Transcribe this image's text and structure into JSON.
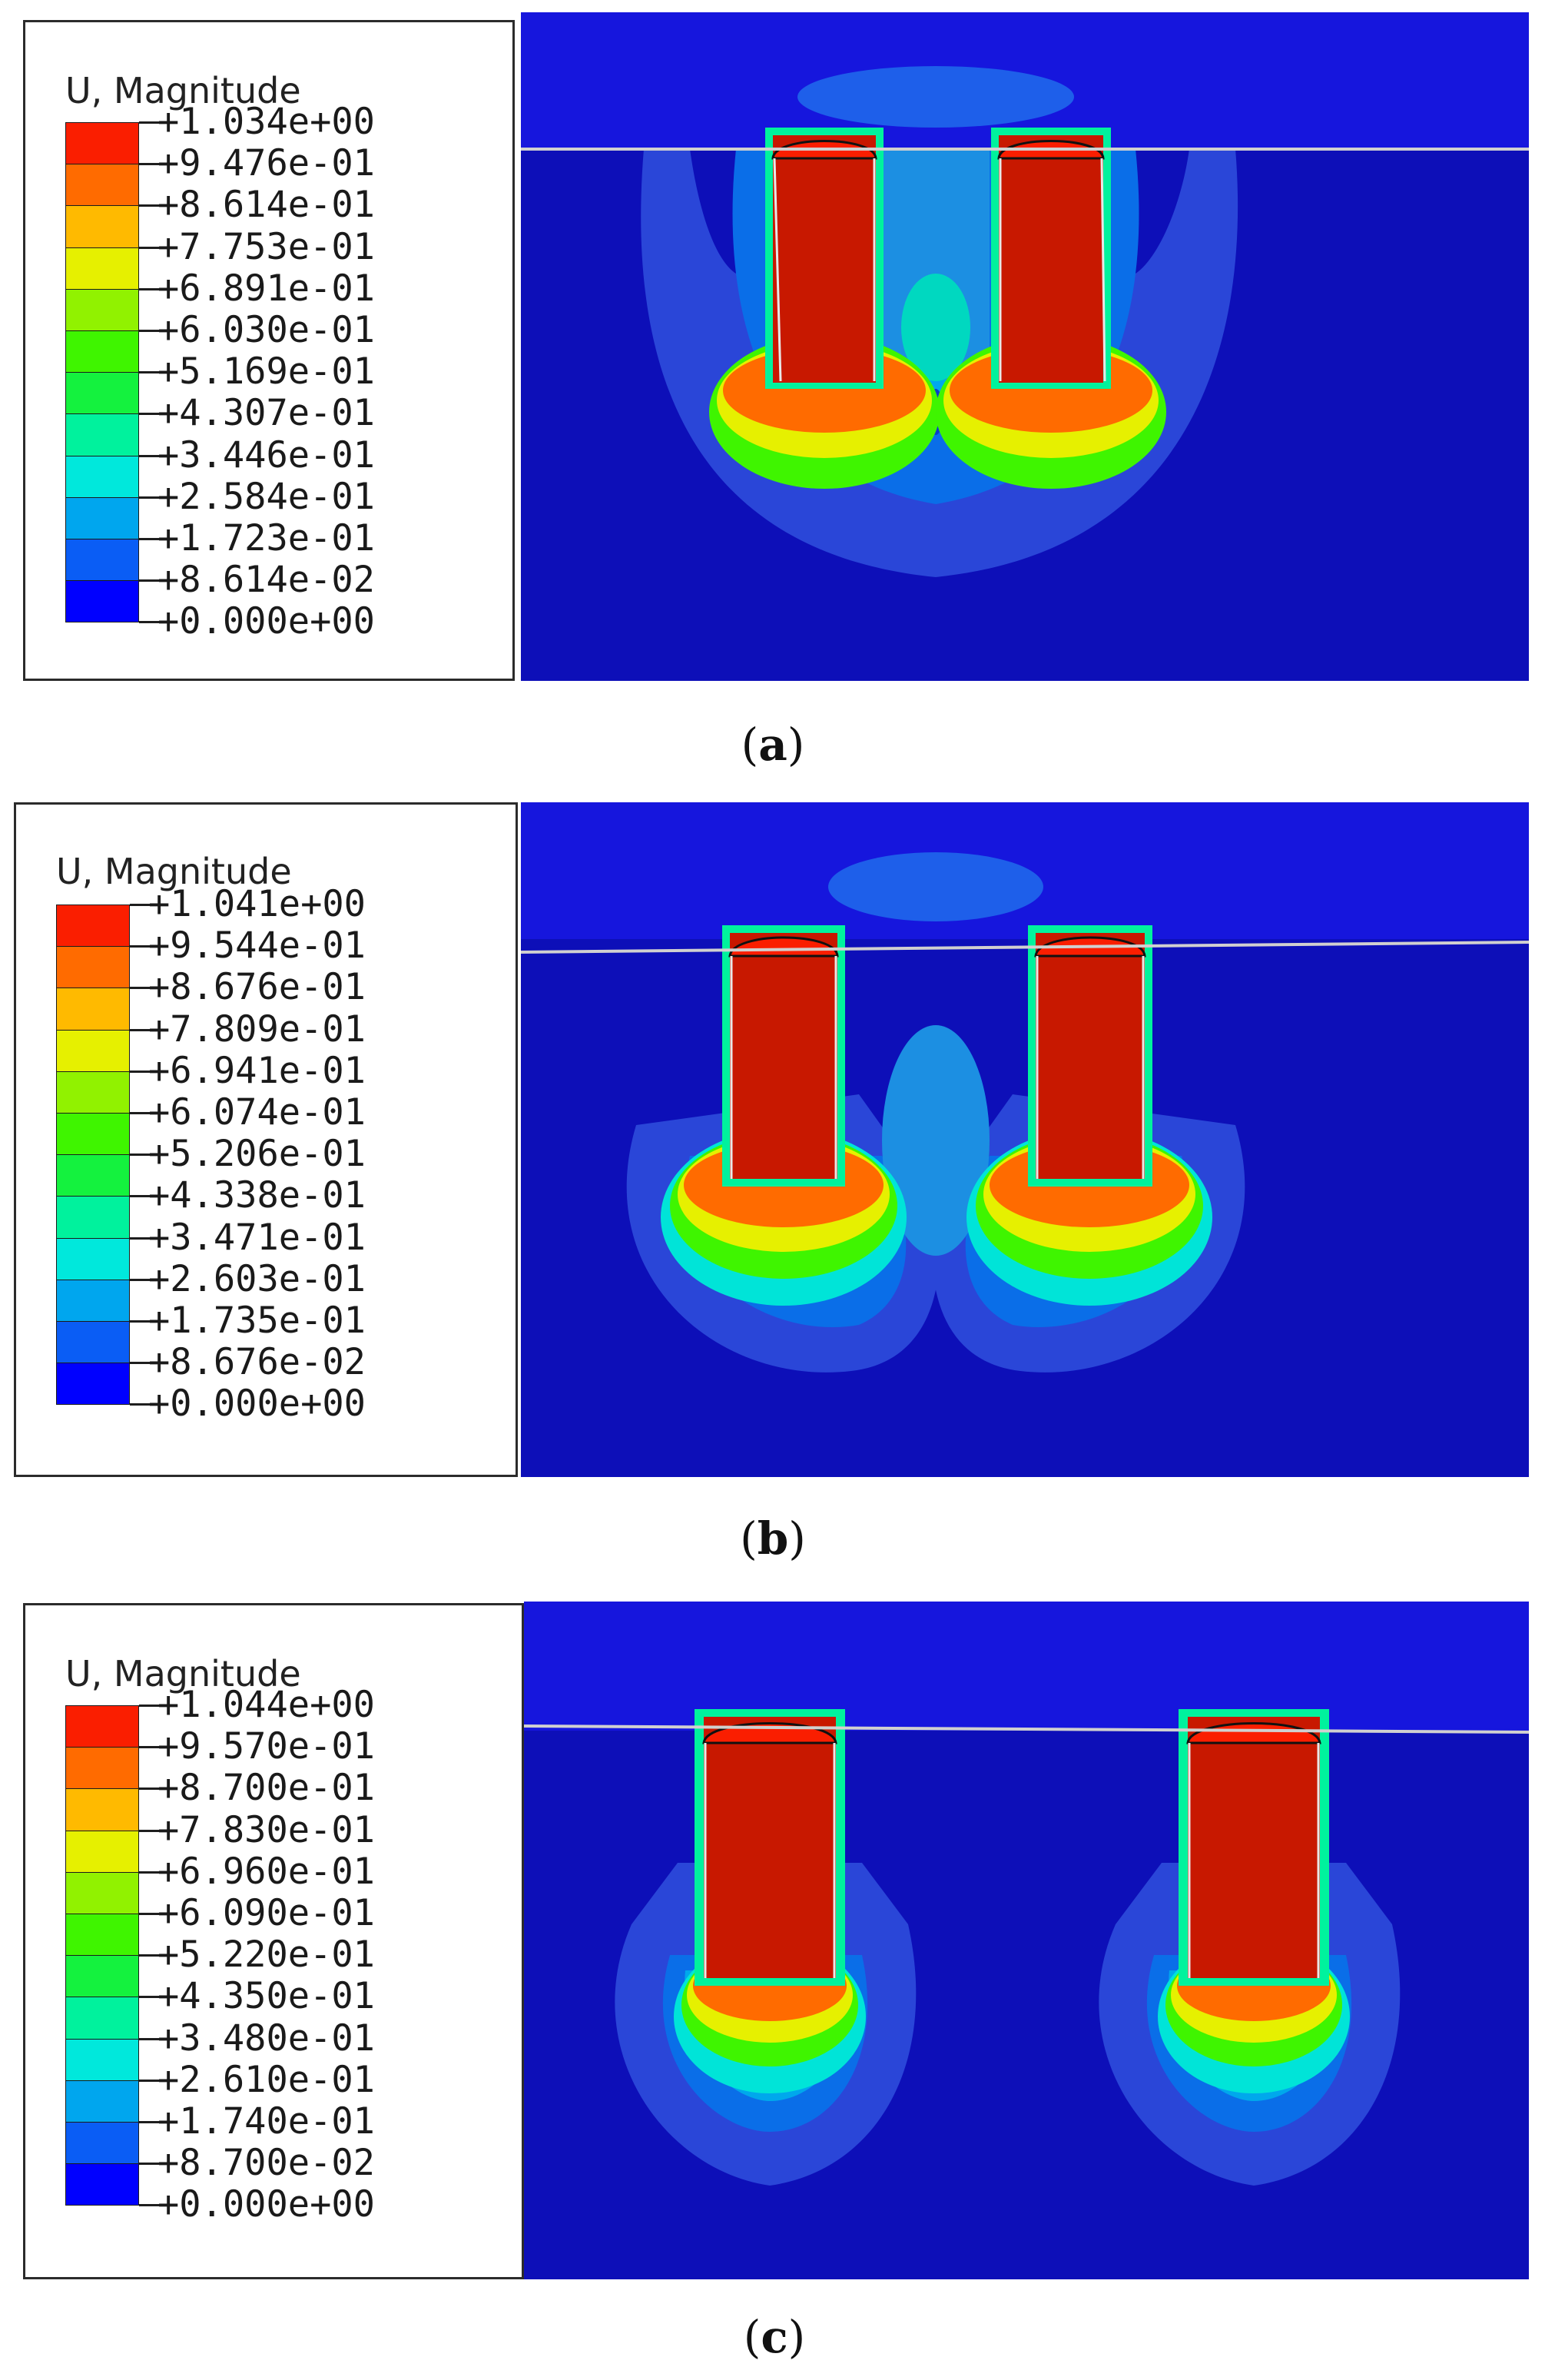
{
  "colors": {
    "scale": [
      "#0000ff",
      "#0a5df5",
      "#00a6ee",
      "#00e8dc",
      "#00f29d",
      "#14f23e",
      "#3ff500",
      "#91f200",
      "#e6f000",
      "#ffba00",
      "#ff6b00",
      "#fa1e00"
    ],
    "field_background": "#0d0fb8",
    "soil_outer": "#2a46d8",
    "pile_core": "#c81800"
  },
  "panels": [
    {
      "caption": "a",
      "legend_title": "U, Magnitude",
      "legend_labels": [
        "+1.034e+00",
        "+9.476e-01",
        "+8.614e-01",
        "+7.753e-01",
        "+6.891e-01",
        "+6.030e-01",
        "+5.169e-01",
        "+4.307e-01",
        "+3.446e-01",
        "+2.584e-01",
        "+1.723e-01",
        "+8.614e-02",
        "+0.000e+00"
      ]
    },
    {
      "caption": "b",
      "legend_title": "U, Magnitude",
      "legend_labels": [
        "+1.041e+00",
        "+9.544e-01",
        "+8.676e-01",
        "+7.809e-01",
        "+6.941e-01",
        "+6.074e-01",
        "+5.206e-01",
        "+4.338e-01",
        "+3.471e-01",
        "+2.603e-01",
        "+1.735e-01",
        "+8.676e-02",
        "+0.000e+00"
      ]
    },
    {
      "caption": "c",
      "legend_title": "U, Magnitude",
      "legend_labels": [
        "+1.044e+00",
        "+9.570e-01",
        "+8.700e-01",
        "+7.830e-01",
        "+6.960e-01",
        "+6.090e-01",
        "+5.220e-01",
        "+4.350e-01",
        "+3.480e-01",
        "+2.610e-01",
        "+1.740e-01",
        "+8.700e-02",
        "+0.000e+00"
      ]
    }
  ]
}
